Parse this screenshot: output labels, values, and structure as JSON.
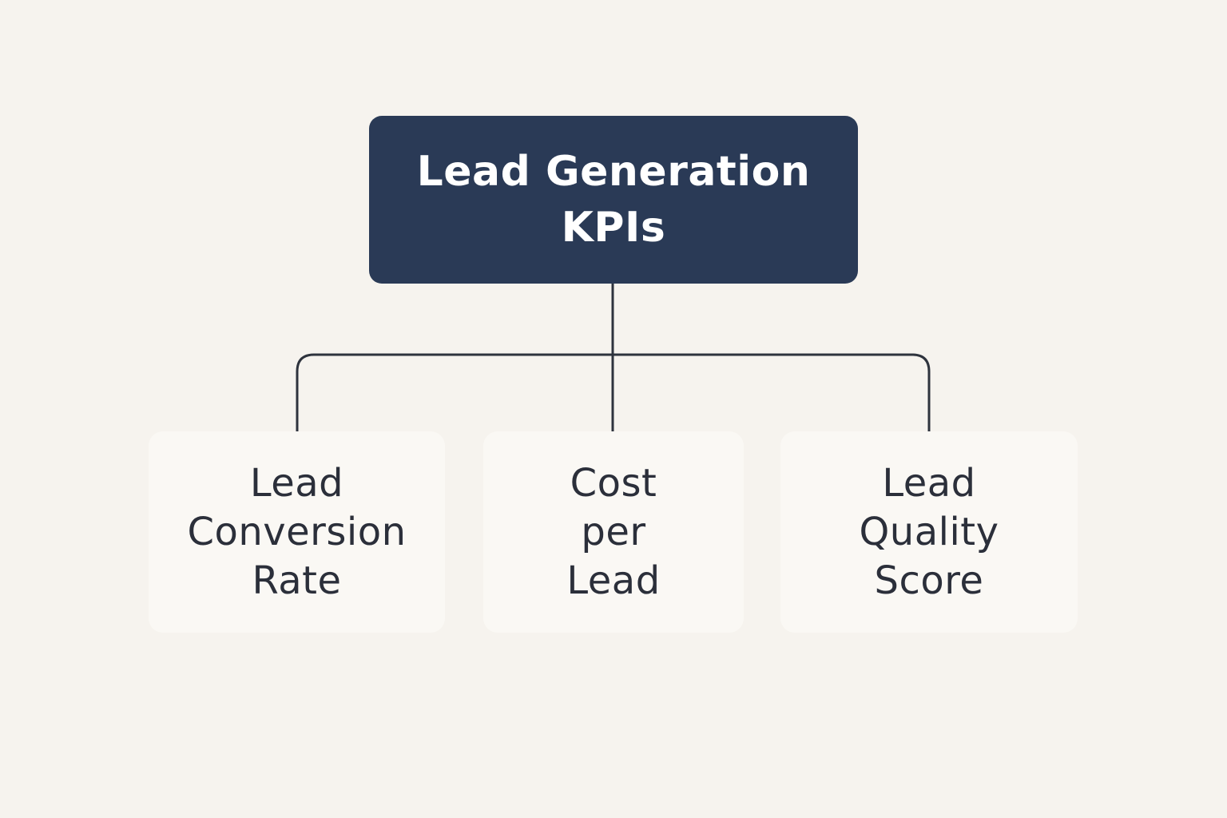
{
  "colors": {
    "background": "#f6f3ee",
    "root_fill": "#2a3a56",
    "root_text": "#ffffff",
    "child_fill": "#faf8f4",
    "child_text": "#2b2f3a",
    "connector": "#2e333d"
  },
  "root": {
    "label": "Lead Generation KPIs"
  },
  "children": [
    {
      "label": "Lead\nConversion\nRate"
    },
    {
      "label": "Cost\nper\nLead"
    },
    {
      "label": "Lead\nQuality\nScore"
    }
  ]
}
